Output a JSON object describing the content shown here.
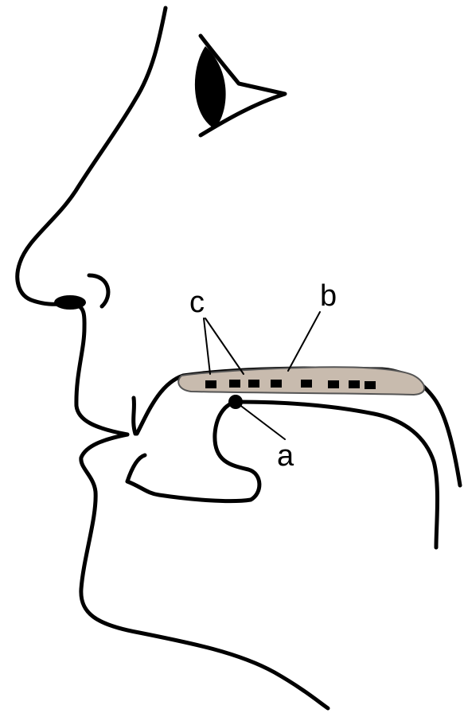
{
  "labels": {
    "a": "a",
    "b": "b",
    "c": "c"
  },
  "colors": {
    "line": "#000000",
    "palate_plate": "#c8bbae",
    "background": "#ffffff"
  }
}
